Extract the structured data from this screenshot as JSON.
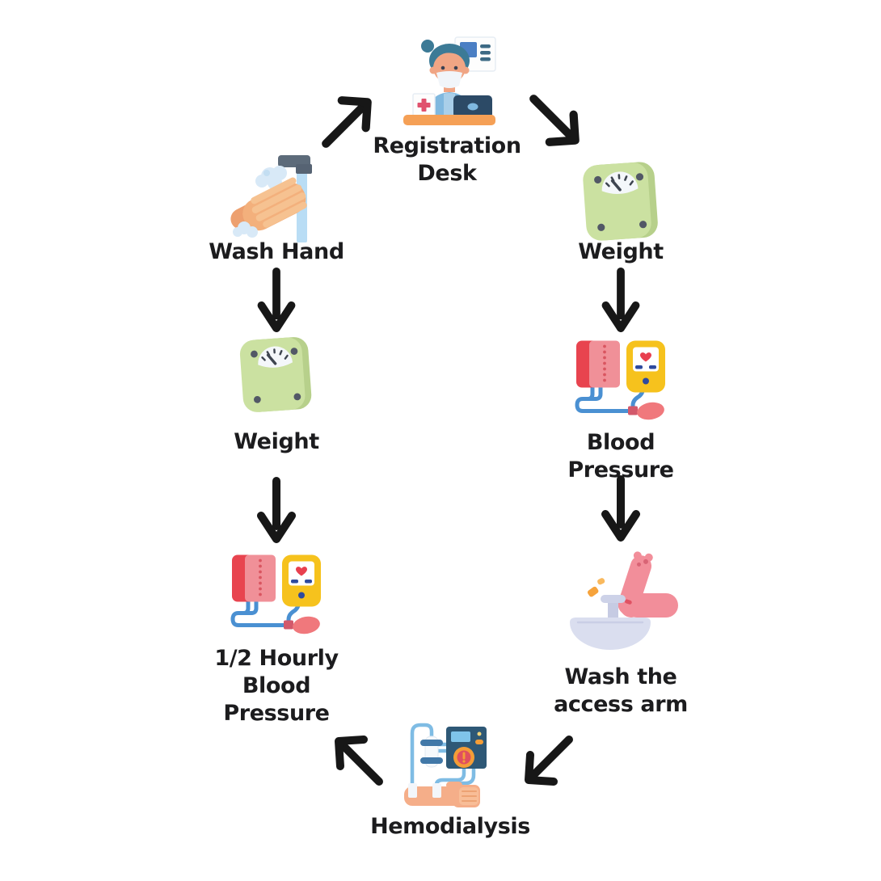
{
  "flow": {
    "title": "Hemodialysis patient flow diagram",
    "nodes": [
      {
        "key": "wash-hand",
        "icon": "washing-hands-icon",
        "label_lines": [
          "Wash Hand"
        ]
      },
      {
        "key": "registration-desk",
        "icon": "receptionist-desk-icon",
        "label_lines": [
          "Registration",
          "Desk"
        ]
      },
      {
        "key": "weight-right",
        "icon": "weighing-scale-icon",
        "label_lines": [
          "Weight"
        ]
      },
      {
        "key": "blood-pressure",
        "icon": "blood-pressure-monitor-icon",
        "label_lines": [
          "Blood",
          "Pressure"
        ]
      },
      {
        "key": "wash-access-arm",
        "icon": "sink-arm-wash-icon",
        "label_lines": [
          "Wash the",
          "access arm"
        ]
      },
      {
        "key": "hemodialysis",
        "icon": "dialysis-machine-icon",
        "label_lines": [
          "Hemodialysis"
        ]
      },
      {
        "key": "half-hourly-blood-pressure",
        "icon": "blood-pressure-monitor-icon",
        "label_lines": [
          "1/2 Hourly",
          "Blood",
          "Pressure"
        ]
      },
      {
        "key": "weight-left",
        "icon": "weighing-scale-icon",
        "label_lines": [
          "Weight"
        ]
      }
    ],
    "arrows": [
      {
        "from": "wash-hand",
        "to": "registration-desk",
        "direction": "up-right"
      },
      {
        "from": "registration-desk",
        "to": "weight-right",
        "direction": "down-right"
      },
      {
        "from": "weight-right",
        "to": "blood-pressure",
        "direction": "down"
      },
      {
        "from": "blood-pressure",
        "to": "wash-access-arm",
        "direction": "down"
      },
      {
        "from": "wash-access-arm",
        "to": "hemodialysis",
        "direction": "down-left"
      },
      {
        "from": "hemodialysis",
        "to": "half-hourly-blood-pressure",
        "direction": "up-left"
      },
      {
        "from": "wash-hand",
        "to": "weight-left",
        "direction": "down"
      },
      {
        "from": "weight-left",
        "to": "half-hourly-blood-pressure",
        "direction": "down"
      }
    ],
    "colors": {
      "arrow": "#171717",
      "text": "#1c1c1e",
      "scale_green": "#c9df9f",
      "monitor_yellow": "#f6c21d",
      "cuff_pink": "#f09098",
      "cuff_red": "#e8444f",
      "tube_blue": "#4a90d2",
      "bulb_pink": "#f0787c",
      "desk_orange": "#f5a056",
      "hair_teal": "#3c7a96",
      "skin": "#f2a987",
      "machine_navy": "#2e5876",
      "screen_blue": "#7fc4ea",
      "sink_lavender": "#dadeef",
      "arm_pink": "#f28e9a",
      "water_blue": "#b9ddf5",
      "faucet_gray": "#5d6b7a",
      "foam_blue": "#d8e9f7",
      "sparkle_orange": "#f6a33c"
    }
  }
}
